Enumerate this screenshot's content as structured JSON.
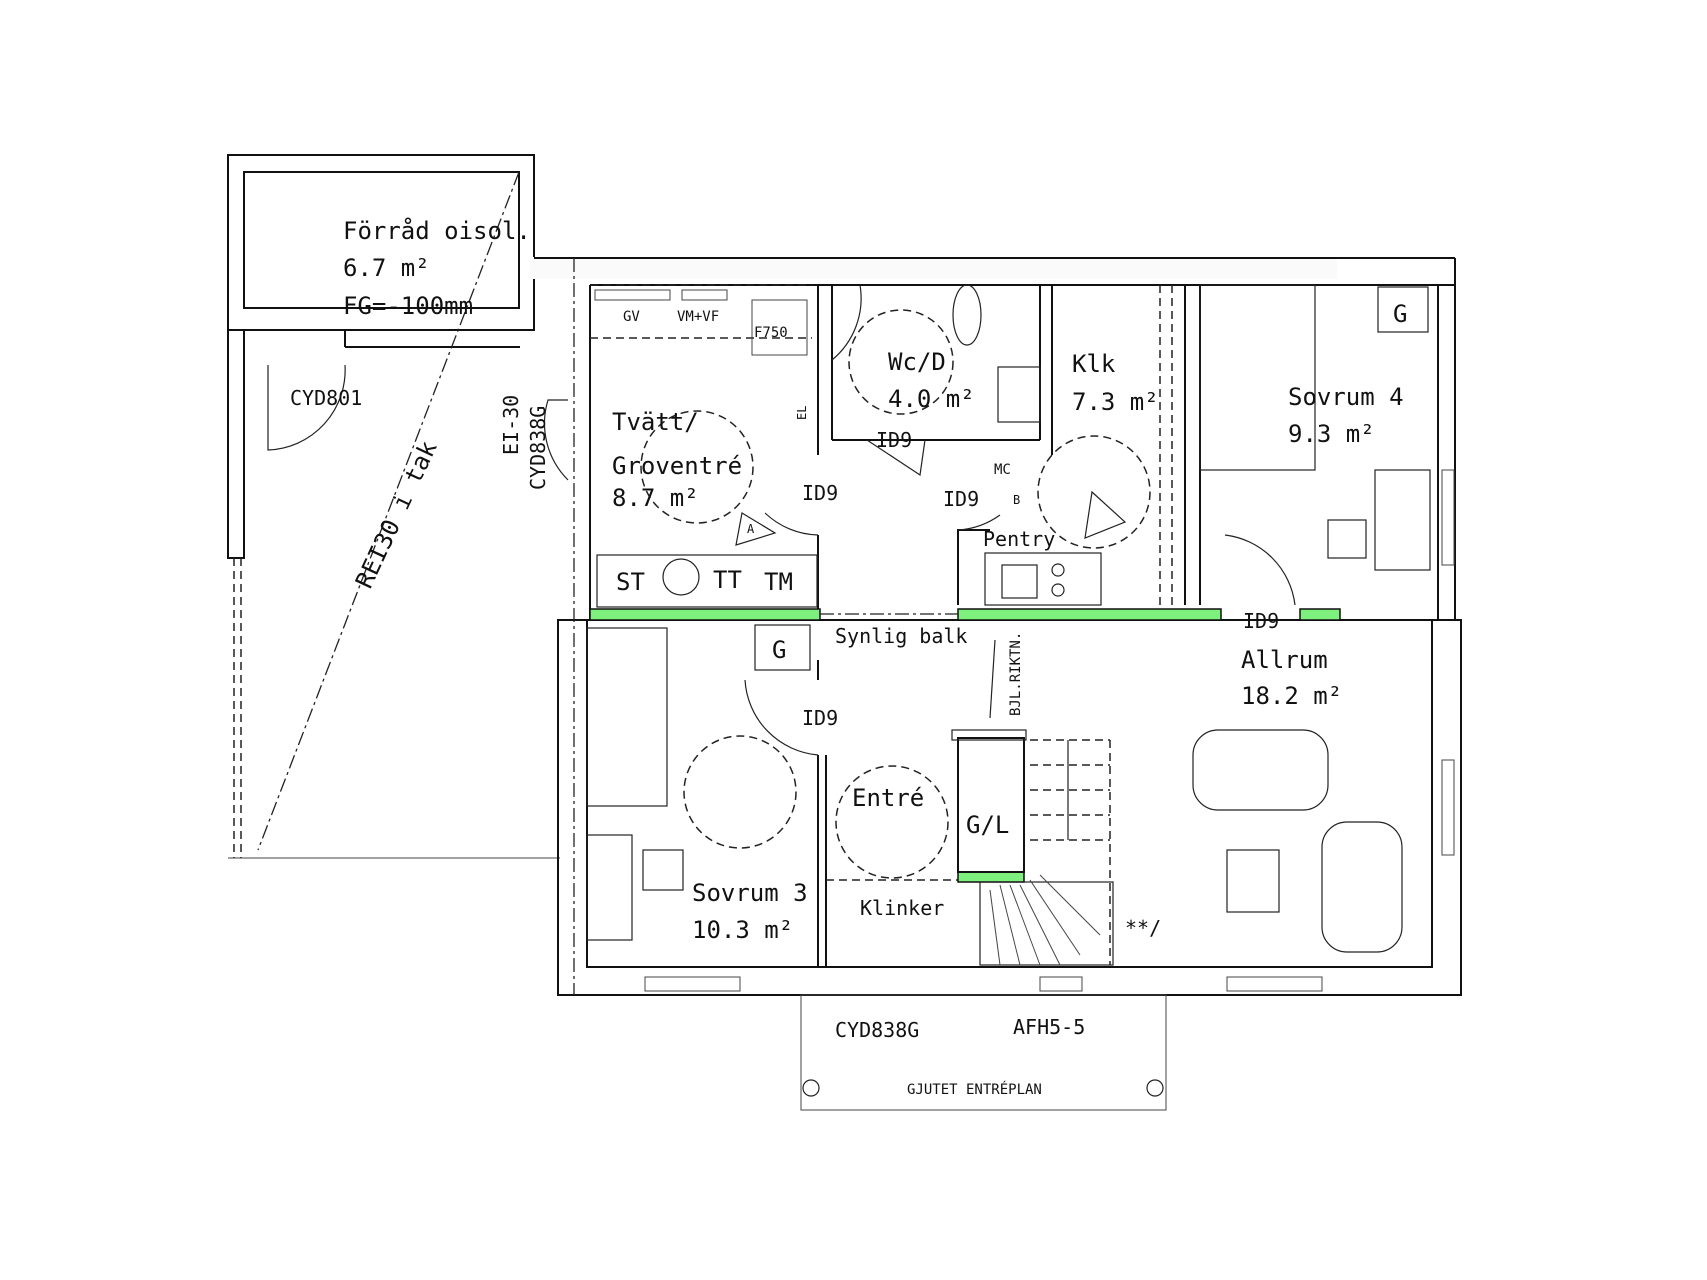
{
  "colors": {
    "highlight_wall": "#7ef07e",
    "line": "#111111",
    "background": "#ffffff"
  },
  "rooms": {
    "forrad": {
      "name": "Förråd oisol.",
      "area": "6.7 m²",
      "note": "FG=-100mm"
    },
    "tvatt": {
      "name1": "Tvätt/",
      "name2": "Groventré",
      "area": "8.7 m²"
    },
    "wc": {
      "name": "Wc/D",
      "area": "4.0 m²"
    },
    "klk": {
      "name": "Klk",
      "area": "7.3 m²"
    },
    "sovrum4": {
      "name": "Sovrum 4",
      "area": "9.3 m²"
    },
    "allrum": {
      "name": "Allrum",
      "area": "18.2 m²"
    },
    "sovrum3": {
      "name": "Sovrum 3",
      "area": "10.3 m²"
    },
    "entre": {
      "name": "Entré",
      "floor": "Klinker"
    }
  },
  "labels": {
    "gv": "GV",
    "vmvf": "VM+VF",
    "f750": "F750",
    "cyd801": "CYD801",
    "ei30": "EI-30",
    "cyd838g_side": "CYD838G",
    "rei30": "REI30 i tak",
    "el": "EL",
    "mc": "MC",
    "pentry": "Pentry",
    "st": "ST",
    "tt": "TT",
    "tm": "TM",
    "synlig_balk": "Synlig balk",
    "bjl": "BJL.RIKTN.",
    "g_sov4": "G",
    "g_sov3": "G",
    "gl": "G/L",
    "stairs_note": "**/",
    "cyd838g_front": "CYD838G",
    "afh": "AFH5-5",
    "gjutet": "GJUTET ENTRÉPLAN",
    "marker_a": "A",
    "marker_b": "B"
  },
  "doors": [
    "ID9",
    "ID9",
    "ID9",
    "ID9",
    "ID9"
  ]
}
